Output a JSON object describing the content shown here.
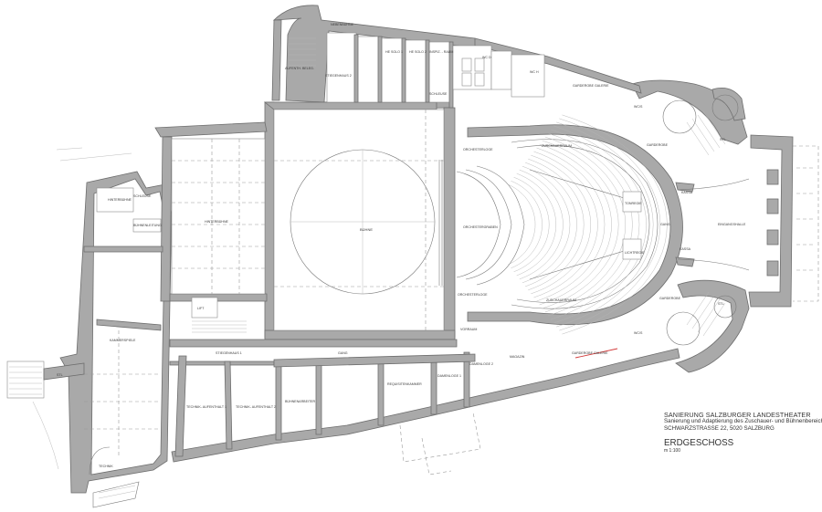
{
  "drawing": {
    "project": "SANIERUNG SALZBURGER LANDESTHEATER",
    "subtitle": "Sanierung und Adaptierung des Zuschauer- und Bühnenbereichs",
    "address": "SCHWARZSTRASSE 22, 5020 SALZBURG",
    "sheet": "ERDGESCHOSS",
    "scale": "m 1:100"
  },
  "rooms": {
    "buehne": "BÜHNE",
    "hinterbuehne": "HINTERBÜHNE",
    "orchestergraben": "ORCHESTERGRABEN",
    "orchesterloge_top": "ORCHESTERLOGE",
    "orchesterloge_bottom": "ORCHESTERLOGE",
    "zuschauerraum_top": "ZUSCHAUERRAUM",
    "zuschauerraum_bottom": "ZUSCHAUERRAUM",
    "eingangshalle": "EINGANGSHALLE",
    "kassa_top": "KASSA",
    "kassa_bottom": "KASSA",
    "stiegenhaus_1": "STIEGENHAUS 1",
    "stiegenhaus_2": "STIEGENHAUS 2",
    "gang": "GANG",
    "kammerspiele": "KAMMERSPIELE",
    "technik": "TECHNIK",
    "technik_aufenthalt_1": "TECHNIK- AUFENTHALT 1",
    "technik_aufenthalt_2": "TECHNIK- AUFENTHALT 2",
    "buehnenarbeiter": "BÜHNENARBEITER",
    "requisitenkammer": "REQUISITENKAMMER",
    "damenloge_1": "DAMENLOGE 1",
    "damenloge_2": "DAMENLOGE 2",
    "garderobe_galerie_top": "GARDEROBE GALERIE",
    "garderobe_galerie_bottom": "GARDEROBE GALERIE",
    "garderobe_left": "GARDEROBE",
    "garderobe_right": "GARDEROBE",
    "wcs_top": "WC/S",
    "wcs_bottom": "WC/S",
    "wc_d": "WC D",
    "wc_h": "WC H",
    "he_solo_1": "HE SOLO 1",
    "he_solo_2": "HE SOLO 2",
    "inspiz": "INSPIZ. - RAUM",
    "nebenbuehne": "NEBENBÜHNE",
    "aufenthalt": "AUFENTH. BELEG.",
    "schleuse_left": "SCHLEUSE",
    "schleuse_top": "SCHLEUSE",
    "hinterbuehne_small": "HINTERBÜHNE",
    "buehnenleitung": "BÜHNENLEITUNG",
    "lift": "LIFT",
    "tonregie": "TONREGIE",
    "lichtregie": "LICHTREGIE",
    "gang_small": "GANG",
    "stl_top": "STL",
    "stl_bottom": "STL",
    "stl_left": "STL",
    "vorraum": "VORRAUM",
    "magazin": "MAGAZIN"
  },
  "colors": {
    "wall": "#a9a9a9",
    "background": "#ffffff",
    "red_detail": "#d23a3a"
  }
}
